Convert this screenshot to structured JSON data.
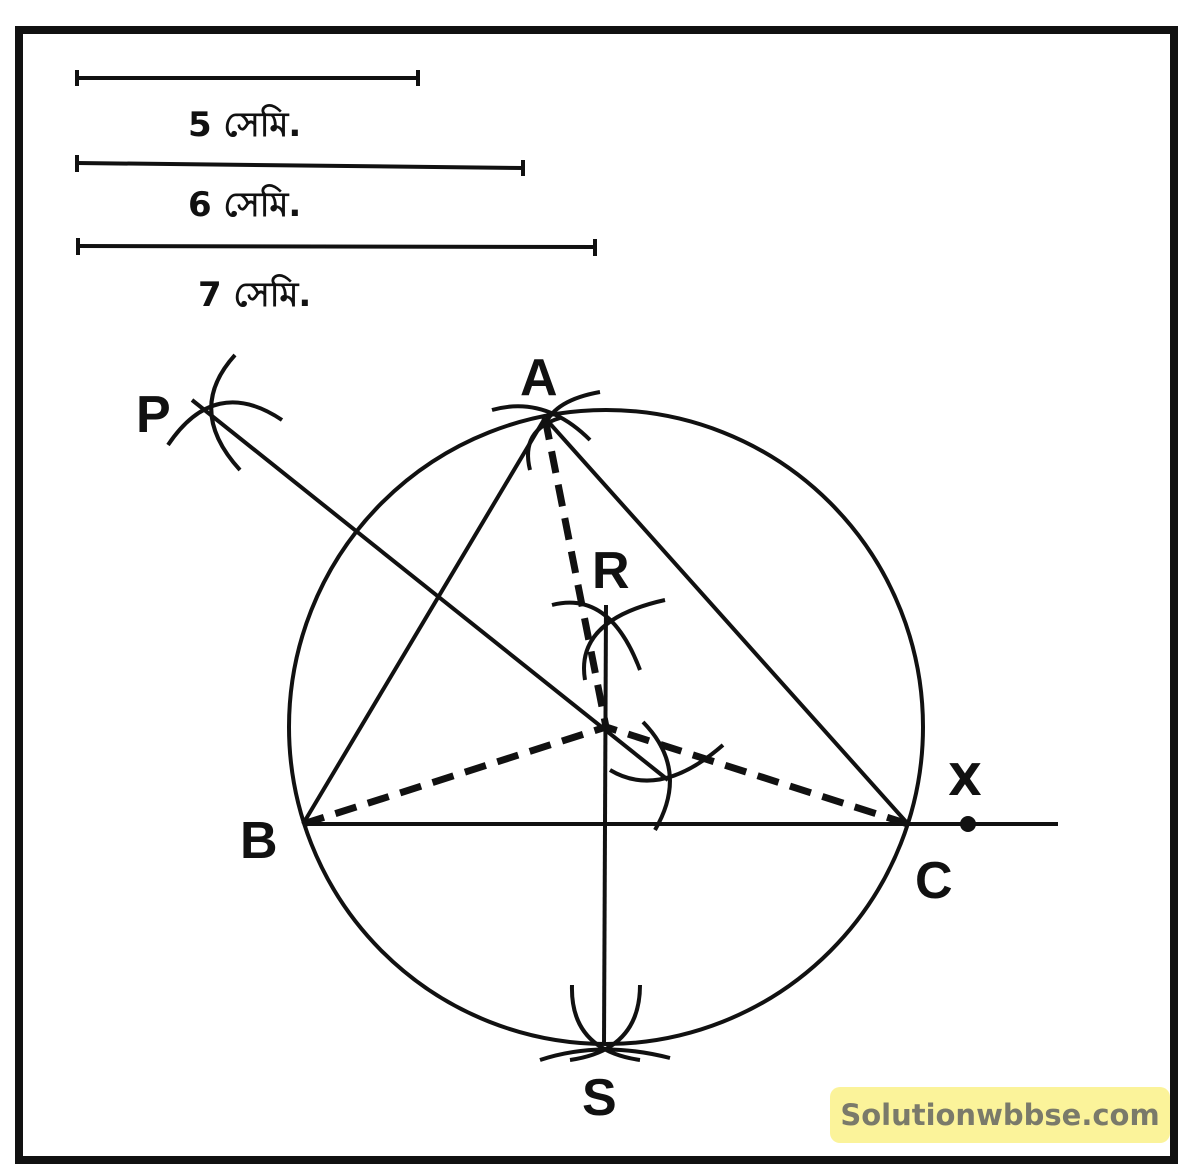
{
  "scale_lengths": [
    {
      "label": "5 সেমি.",
      "value_cm": 5
    },
    {
      "label": "6 সেমি.",
      "value_cm": 6
    },
    {
      "label": "7 সেমি.",
      "value_cm": 7
    }
  ],
  "points": {
    "A": "A",
    "B": "B",
    "C": "C",
    "P": "P",
    "R": "R",
    "S": "S",
    "X": "X"
  },
  "watermark": "Solutionwbbse.com",
  "colors": {
    "ink": "#111111",
    "watermark_bg": "#fbf39a",
    "watermark_text": "#7a7a6a"
  }
}
